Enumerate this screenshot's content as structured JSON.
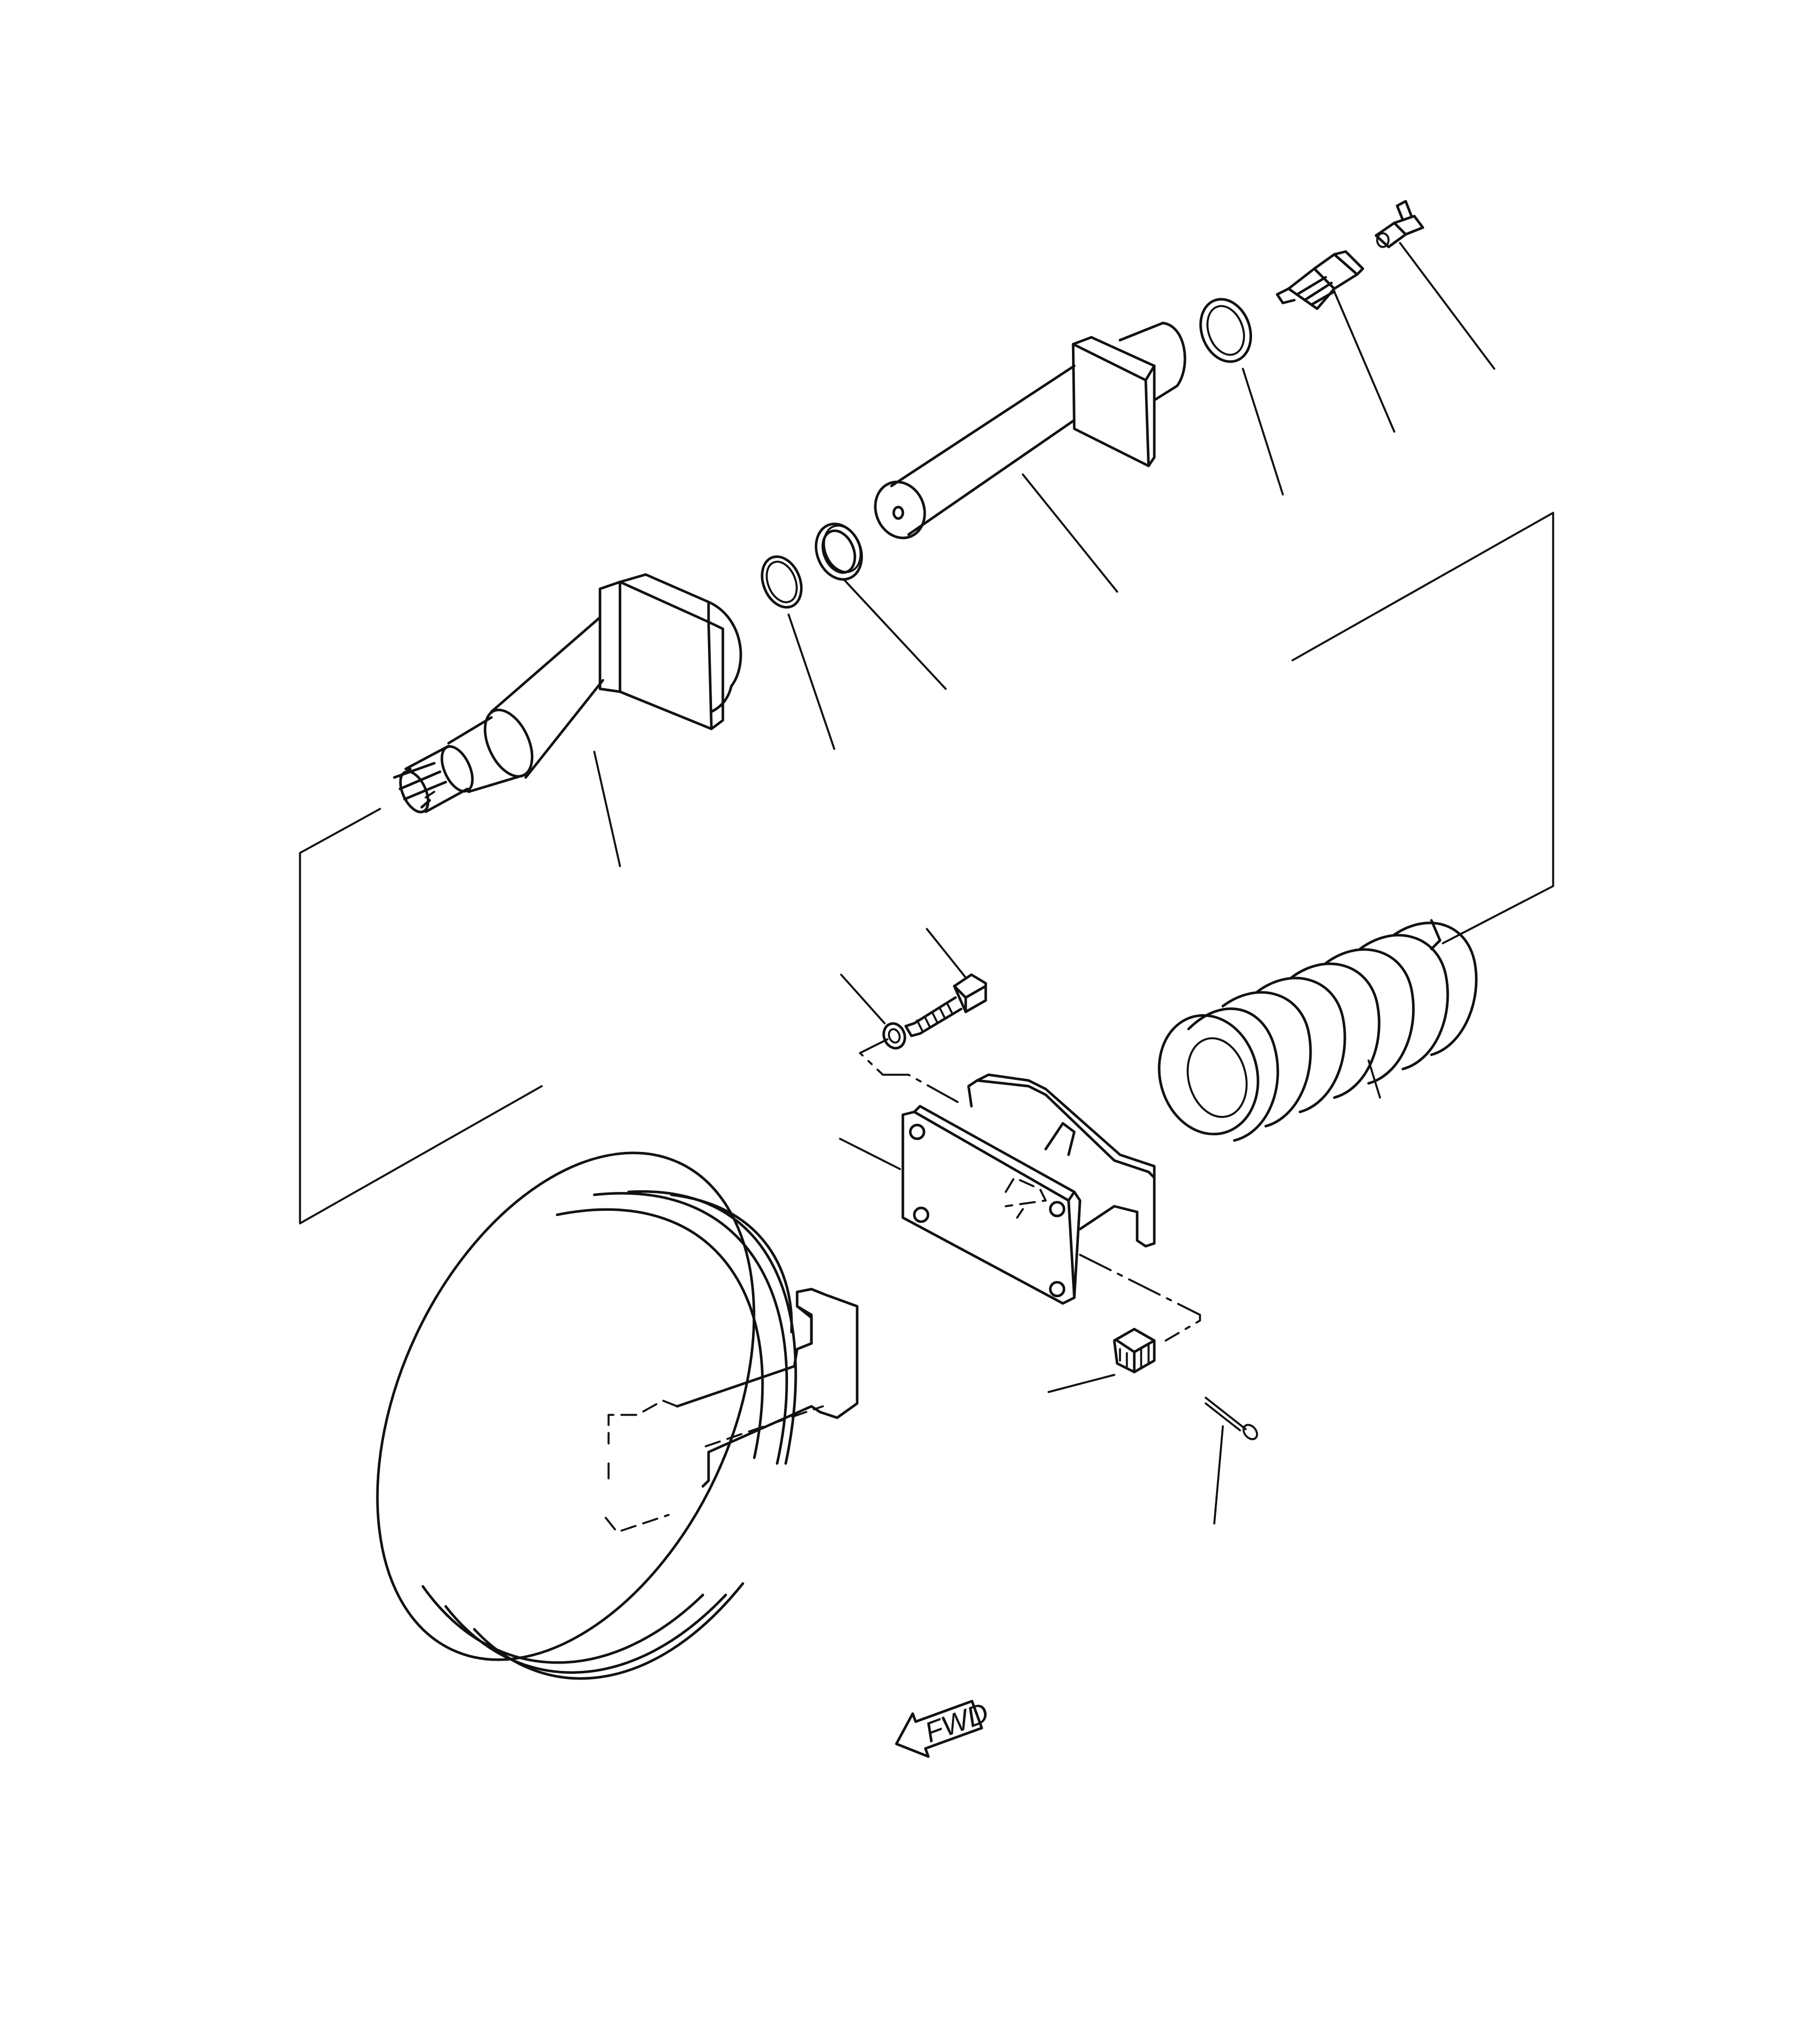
{
  "diagram": {
    "kind": "exploded parts view",
    "direction_indicator": {
      "label": "FWD",
      "icon": "forward-arrow-icon"
    },
    "parts": [
      {
        "name": "idler-shaft"
      },
      {
        "name": "o-ring-small"
      },
      {
        "name": "seal-ring"
      },
      {
        "name": "recoil-cylinder-rod"
      },
      {
        "name": "o-ring-large"
      },
      {
        "name": "grease-valve"
      },
      {
        "name": "grease-fitting"
      },
      {
        "name": "recoil-spring"
      },
      {
        "name": "bolt"
      },
      {
        "name": "washer"
      },
      {
        "name": "yoke-bracket"
      },
      {
        "name": "castle-nut"
      },
      {
        "name": "cotter-pin"
      },
      {
        "name": "idler-wheel"
      }
    ]
  }
}
